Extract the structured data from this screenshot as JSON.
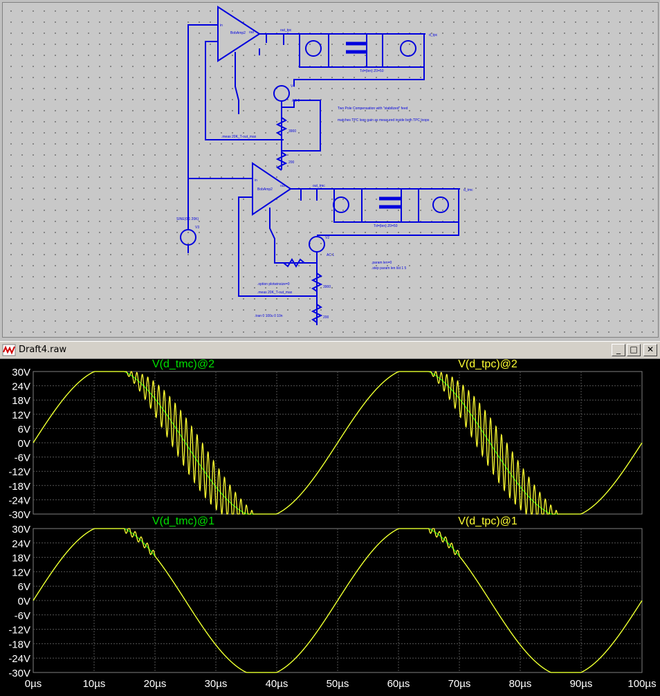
{
  "window": {
    "title": "Draft4.raw"
  },
  "controls": {
    "minimize": "_",
    "maximize": "□",
    "close": "✕"
  },
  "schematic": {
    "labels": {
      "in_top": "in",
      "out_top": "out",
      "amp_top": "BobAmp2",
      "node_top": "out_tpc",
      "d_tpc": "d_tpc",
      "tline_top": "Td={len} Z0=50",
      "note1": "Two Pole Compensation with \"stabilized\" feed",
      "note2": "matches TPC loop gain as measured inside both TPC loops",
      "meas_top": ".meas 20K_T-out_max",
      "in_bot": "in",
      "out_bot": "out",
      "amp_bot": "BobAmp2",
      "node_bot": "out_tmc",
      "d_tmc": "d_tmc",
      "tline_bot": "Td={len} Z0=50",
      "source": "SINE(0 1 20K)",
      "v3": "V3",
      "v4": "V4",
      "v2": "V2",
      "ac1": "AC 1",
      "r1": "3900",
      "r2": "200",
      "param": ".param len=0",
      "step": ".step param len list 1 5",
      "option": ".option plotwinsize=0",
      "meas_bot": ".meas 20K_T-out_max",
      "tran": ".tran 0 100u 0 10n"
    }
  },
  "plot": {
    "panes": [
      {
        "traces": [
          {
            "label": "V(d_tmc)@2",
            "color": "#00e000"
          },
          {
            "label": "V(d_tpc)@2",
            "color": "#ffff33"
          }
        ]
      },
      {
        "traces": [
          {
            "label": "V(d_tmc)@1",
            "color": "#00e000"
          },
          {
            "label": "V(d_tpc)@1",
            "color": "#ffff33"
          }
        ]
      }
    ],
    "y_ticks": [
      "30V",
      "24V",
      "18V",
      "12V",
      "6V",
      "0V",
      "-6V",
      "-12V",
      "-18V",
      "-24V",
      "-30V"
    ],
    "x_ticks": [
      "0µs",
      "10µs",
      "20µs",
      "30µs",
      "40µs",
      "50µs",
      "60µs",
      "70µs",
      "80µs",
      "90µs",
      "100µs"
    ]
  },
  "chart_data": {
    "type": "line",
    "x_unit": "µs",
    "y_unit": "V",
    "xlim": [
      0,
      100
    ],
    "ylim": [
      -30,
      30
    ],
    "grid": true,
    "panes": [
      {
        "series": [
          {
            "name": "V(d_tmc)@2",
            "color": "#00e000",
            "amplitude": 30,
            "frequency_khz": 20,
            "clip": [
              -30,
              30
            ],
            "oscillation": "none"
          },
          {
            "name": "V(d_tpc)@2",
            "color": "#ffff33",
            "amplitude": 30,
            "frequency_khz": 20,
            "clip": [
              -30,
              30
            ],
            "oscillation": "strong ringing on falling edge after clipping (about 15 to 37 µs, 65 to 87 µs)"
          }
        ]
      },
      {
        "series": [
          {
            "name": "V(d_tmc)@1",
            "color": "#00e000",
            "amplitude": 30,
            "frequency_khz": 20,
            "clip": [
              -30,
              30
            ],
            "oscillation": "none"
          },
          {
            "name": "V(d_tpc)@1",
            "color": "#ffff33",
            "amplitude": 30,
            "frequency_khz": 20,
            "clip": [
              -30,
              30
            ],
            "oscillation": "small ripple after positive clip (about 15 to 20 µs, 65 to 70 µs)"
          }
        ]
      }
    ]
  }
}
